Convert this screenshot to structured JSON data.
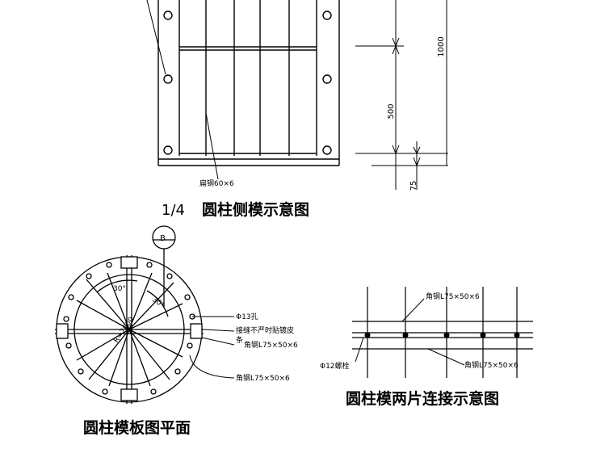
{
  "side_view": {
    "title_prefix": "1/4",
    "title_text": "圆柱侧模示意图",
    "flat_steel_label": "扁钢60×6",
    "dim_500": "500",
    "dim_1000": "1000",
    "dim_75": "75"
  },
  "plan_view": {
    "title": "圆柱模板图平面",
    "section_mark": "B",
    "angle_1": "30°",
    "angle_2": "30°",
    "radius_label": "R=2000",
    "hole_label": "Φ13孔",
    "seam_label_line1": "接缝不严时贴镀皮",
    "seam_label_line2": "条",
    "angle_steel_inner": "角钢L75×50×6",
    "angle_steel_outer": "角钢L75×50×6"
  },
  "connection_view": {
    "title": "圆柱模两片连接示意图",
    "angle_steel_top": "角钢L75×50×6",
    "angle_steel_bottom": "角钢L75×50×6",
    "bolt_label": "Φ12螺栓"
  }
}
